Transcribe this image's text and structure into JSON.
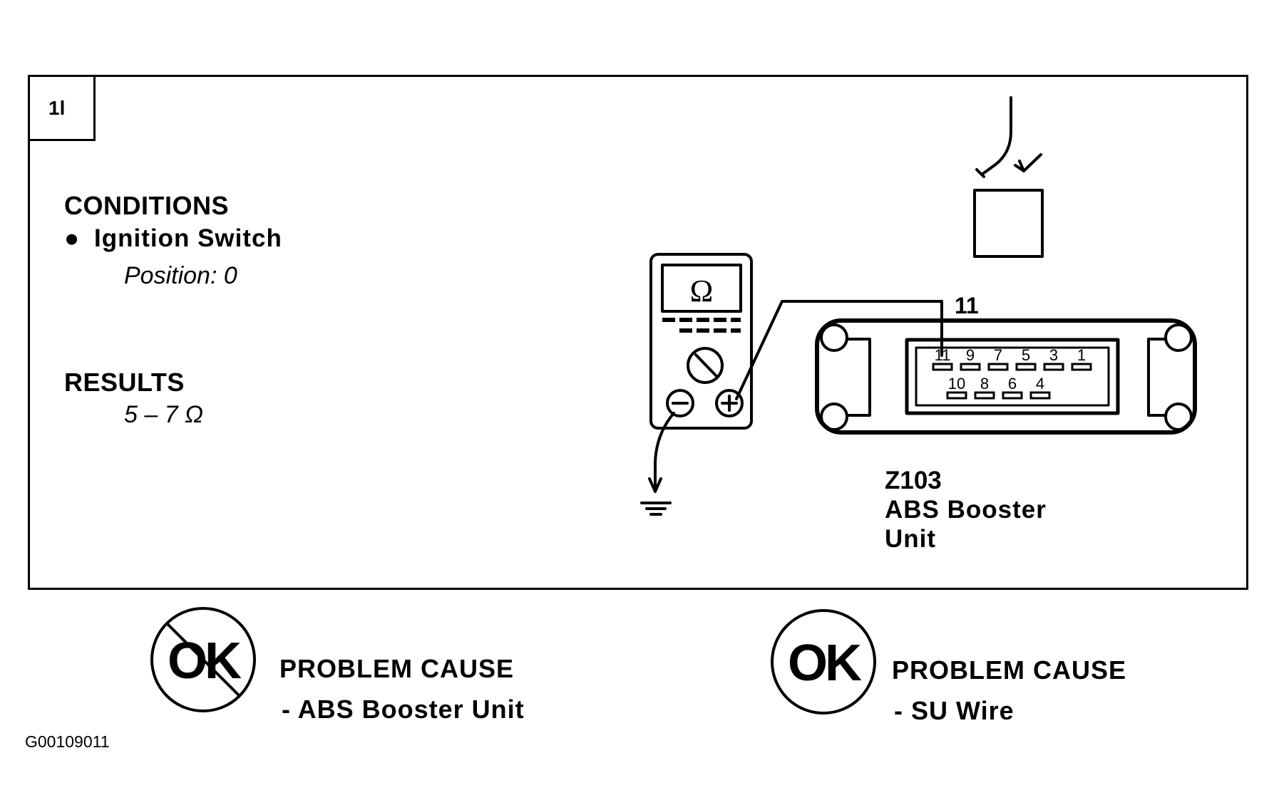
{
  "step": {
    "number": "1l"
  },
  "conditions": {
    "heading": "CONDITIONS",
    "items": [
      {
        "bullet": "●",
        "label": "Ignition Switch",
        "detail": "Position: 0"
      }
    ]
  },
  "results": {
    "heading": "RESULTS",
    "value": "5 – 7 Ω"
  },
  "meter": {
    "symbol": "Ω",
    "neg_terminal": "−",
    "pos_terminal": "+"
  },
  "connector": {
    "probe_pin_label": "11",
    "top_pins": [
      "11",
      "9",
      "7",
      "5",
      "3",
      "1"
    ],
    "bottom_pins": [
      "10",
      "8",
      "6",
      "4"
    ],
    "component_id": "Z103",
    "component_name_line1": "ABS Booster",
    "component_name_line2": "Unit"
  },
  "outcomes": {
    "not_ok": {
      "symbol": "OK",
      "title": "PROBLEM CAUSE",
      "cause": "-  ABS Booster Unit"
    },
    "ok": {
      "symbol": "OK",
      "title": "PROBLEM CAUSE",
      "cause": "-  SU  Wire"
    }
  },
  "figure_code": "G00109011"
}
